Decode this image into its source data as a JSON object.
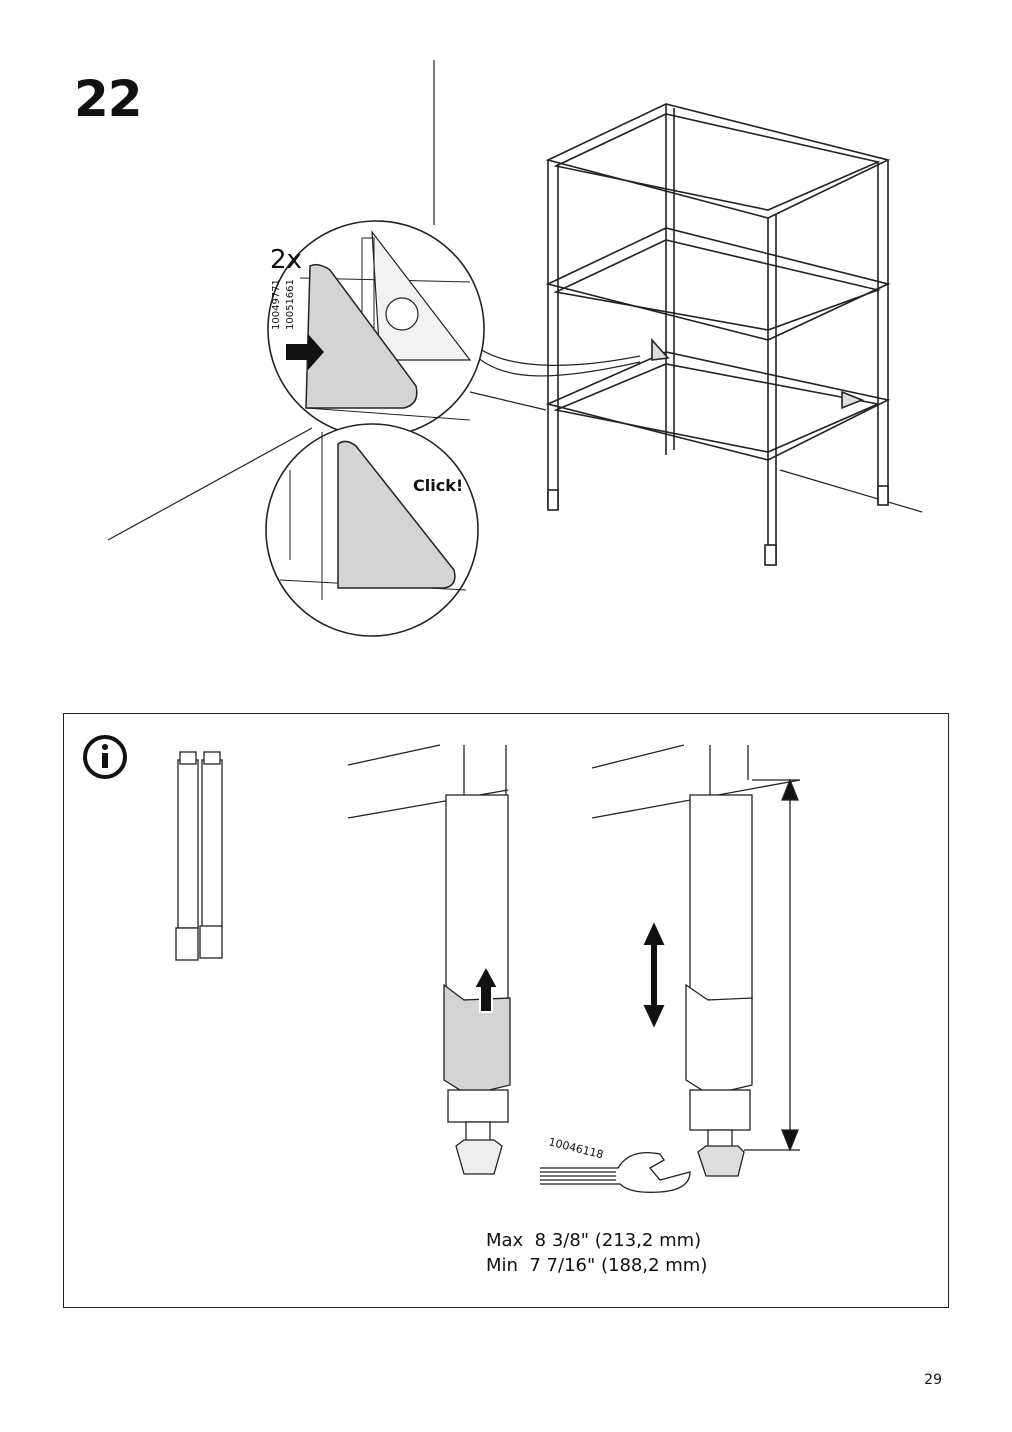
{
  "step": {
    "number": "22"
  },
  "callout_top": {
    "quantity": "2x",
    "part_numbers": [
      "10049771",
      "10051661"
    ]
  },
  "callout_bottom": {
    "sound": "Click!"
  },
  "info": {
    "icon": "info-icon",
    "tool_part_number": "10046118",
    "measure_max": "Max  8 3/8\" (213,2 mm)",
    "measure_min": "Min  7 7/16\" (188,2 mm)"
  },
  "page": {
    "number": "29"
  }
}
